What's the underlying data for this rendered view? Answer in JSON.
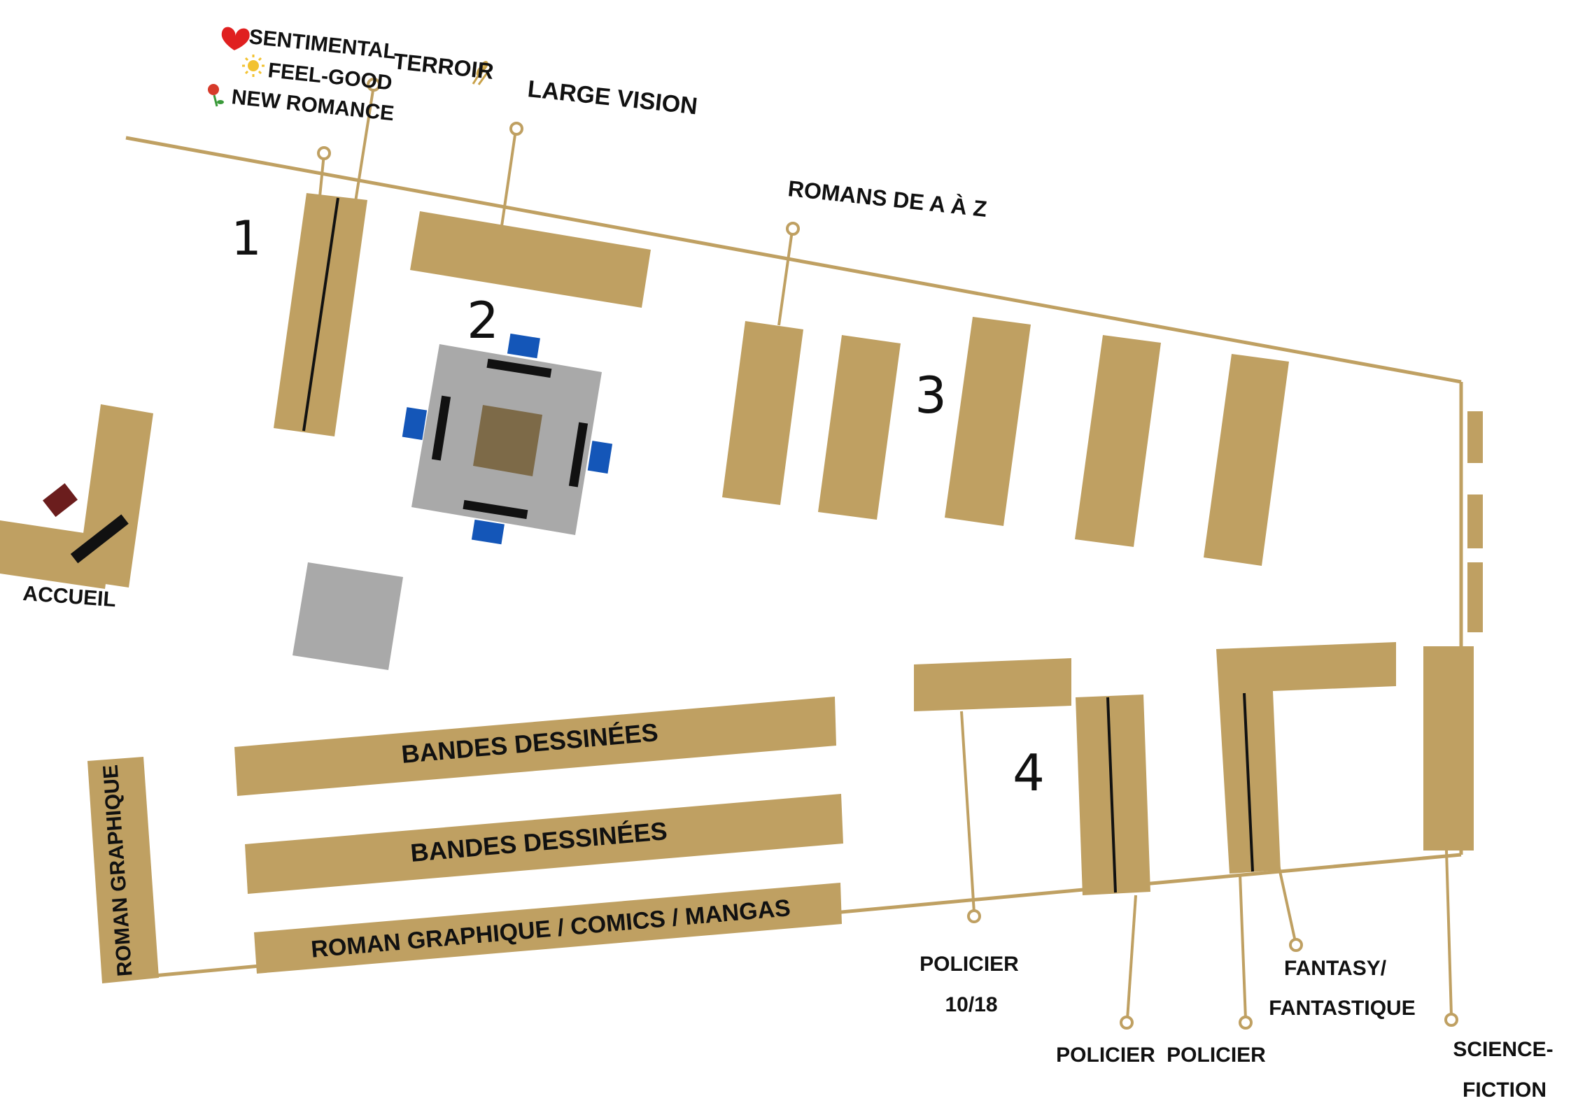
{
  "colors": {
    "shelf": "#bfa062",
    "line": "#bfa062",
    "table": "#a9a9a9",
    "table_center": "#7d6a48",
    "seat": "#1456b8",
    "bar": "#111111",
    "accueil_item": "#6b1d1d"
  },
  "zones": {
    "z1": "1",
    "z2": "2",
    "z3": "3",
    "z4": "4"
  },
  "labels": {
    "sentimental": "SENTIMENTAL",
    "feel_good": "FEEL-GOOD",
    "new_romance": "NEW ROMANCE",
    "terroir": "TERROIR",
    "large_vision": "LARGE VISION",
    "romans_a_z": "ROMANS DE A À Z",
    "accueil": "ACCUEIL",
    "policier_1018_line1": "POLICIER",
    "policier_1018_line2": "10/18",
    "policier_a": "POLICIER",
    "policier_b": "POLICIER",
    "fantasy_line1": "FANTASY/",
    "fantasy_line2": "FANTASTIQUE",
    "scifi_line1": "SCIENCE-",
    "scifi_line2": "FICTION",
    "roman_graphique_vertical": "ROMAN GRAPHIQUE"
  },
  "shelf_texts": {
    "bd_1": "BANDES DESSINÉES",
    "bd_2": "BANDES DESSINÉES",
    "comics": "ROMAN GRAPHIQUE / COMICS / MANGAS"
  },
  "icons": {
    "heart": "heart-icon",
    "sun": "sun-icon",
    "rose": "rose-icon",
    "wheat": "wheat-icon"
  }
}
